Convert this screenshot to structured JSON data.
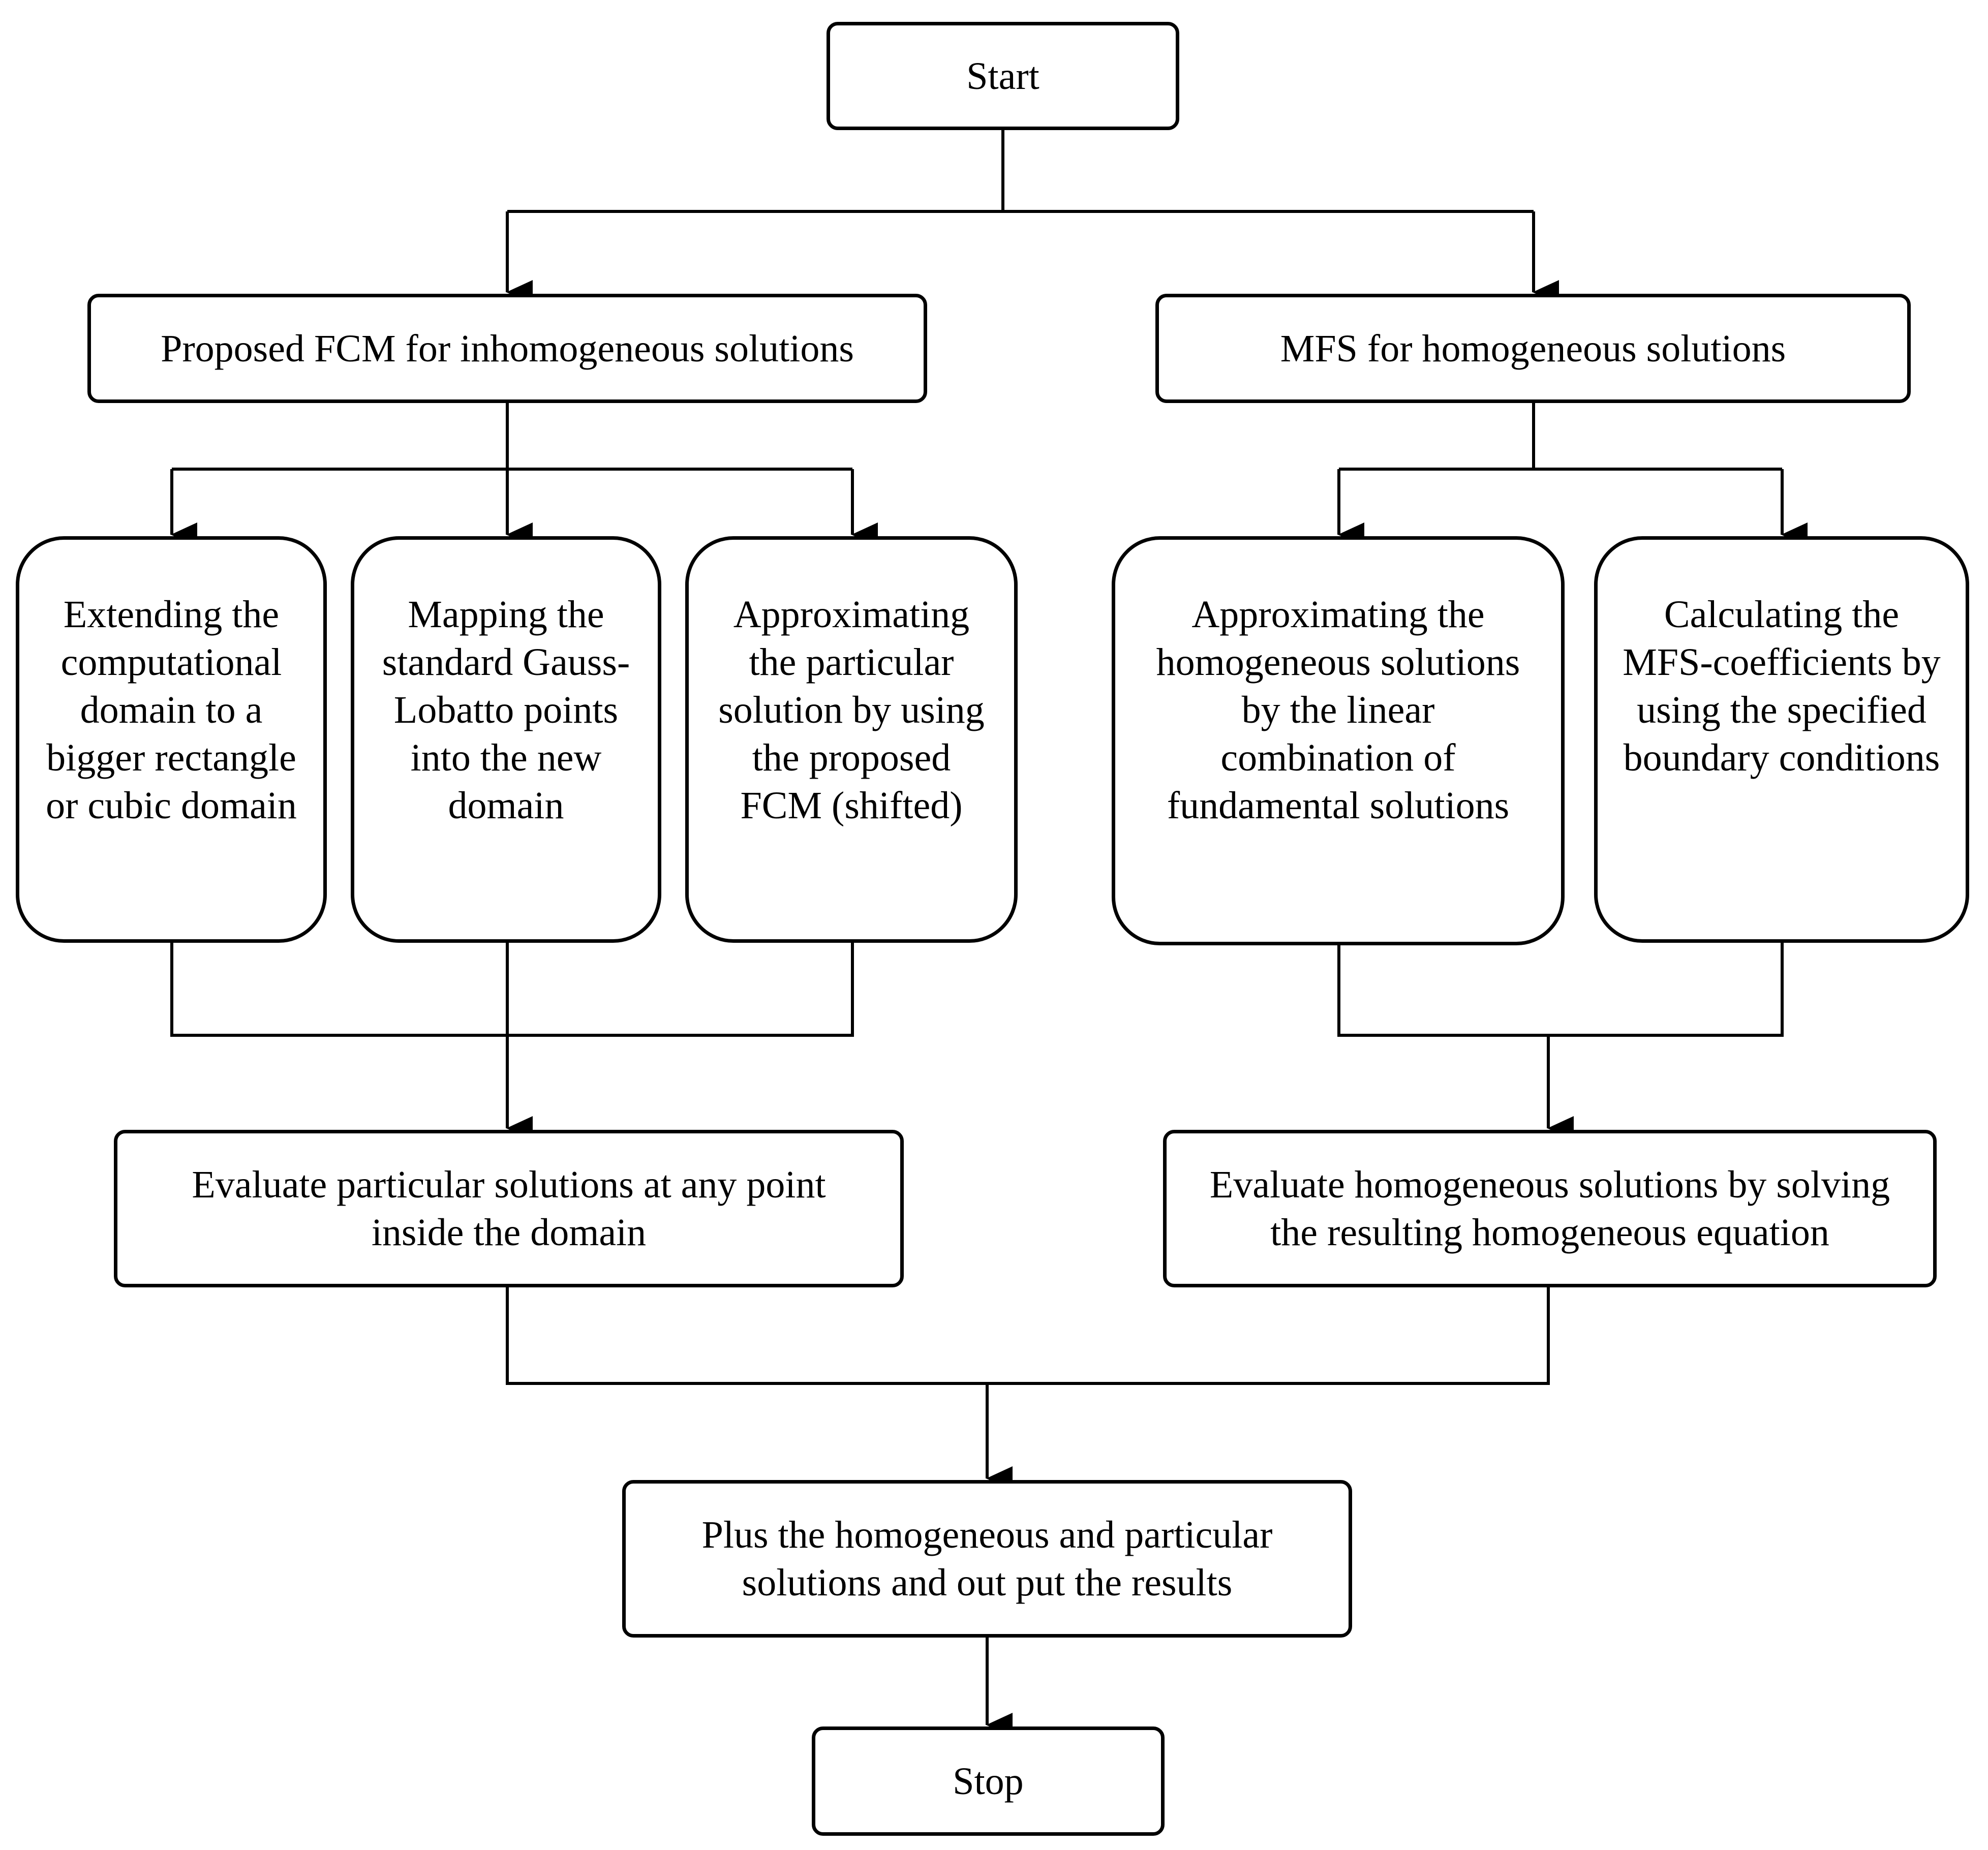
{
  "diagram": {
    "nodes": {
      "start": "Start",
      "fcm": "Proposed FCM for inhomogeneous solutions",
      "mfs": "MFS for homogeneous solutions",
      "extend": [
        "Extending the",
        "computational",
        "domain to a",
        "bigger rectangle",
        "or cubic domain"
      ],
      "map": [
        "Mapping the",
        "standard Gauss-",
        "Lobatto points",
        "into the new",
        "domain"
      ],
      "approx_particular": [
        "Approximating",
        "the particular",
        "solution by using",
        "the proposed",
        "FCM (shifted)"
      ],
      "approx_homogeneous": [
        "Approximating the",
        "homogeneous solutions",
        "by the linear",
        "combination of",
        "fundamental solutions"
      ],
      "mfs_coefficients": [
        "Calculating the",
        "MFS-coefficients by",
        "using the specified",
        "boundary conditions"
      ],
      "evaluate_particular": [
        "Evaluate particular solutions at any point",
        "inside the domain"
      ],
      "evaluate_homogeneous": [
        "Evaluate homogeneous solutions by solving",
        "the resulting homogeneous equation"
      ],
      "plus": [
        "Plus the homogeneous and particular",
        "solutions and out put the results"
      ],
      "stop": "Stop"
    }
  }
}
